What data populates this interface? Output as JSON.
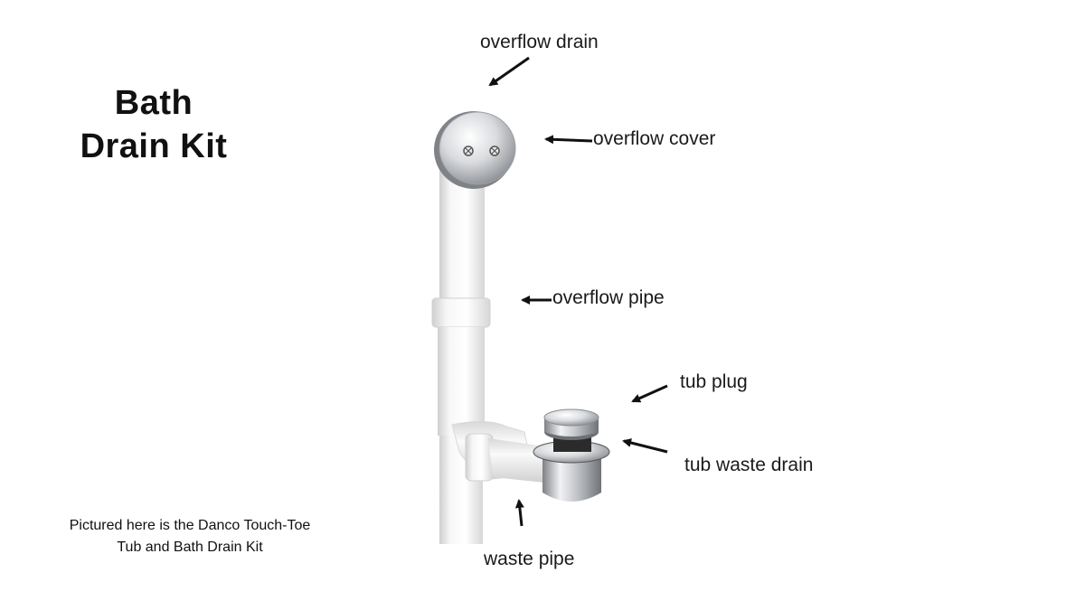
{
  "title": {
    "line1": "Bath",
    "line2": "Drain Kit"
  },
  "caption": {
    "line1": "Pictured here is the Danco Touch-Toe",
    "line2": "Tub and Bath Drain Kit"
  },
  "labels": {
    "overflow_drain": "overflow drain",
    "overflow_cover": "overflow cover",
    "overflow_pipe": "overflow pipe",
    "tub_plug": "tub plug",
    "tub_waste_drain": "tub waste drain",
    "waste_pipe": "waste pipe"
  },
  "colors": {
    "pipe": "#f2f2f2",
    "chrome": "#c9cbce",
    "arrow": "#111111"
  }
}
